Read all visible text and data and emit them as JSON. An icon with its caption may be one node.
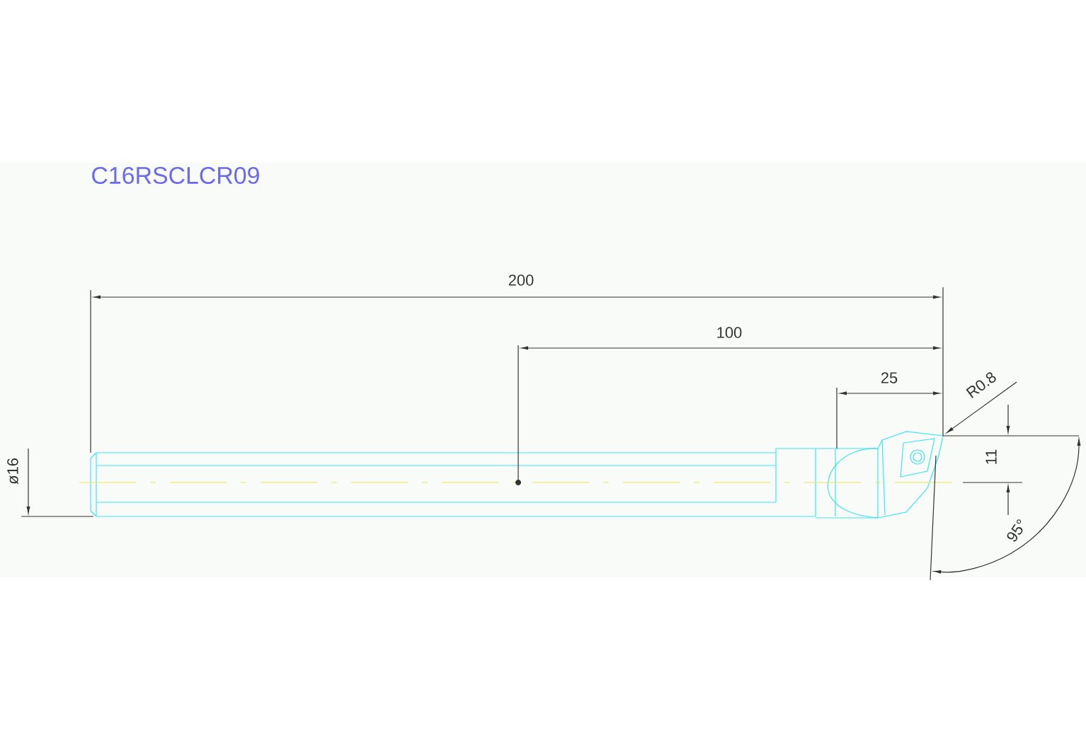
{
  "diagram": {
    "title": "C16RSCLCR09",
    "labels": [
      "200",
      "100",
      "25",
      "R0.8",
      "ø16",
      "11",
      "95°"
    ]
  }
}
